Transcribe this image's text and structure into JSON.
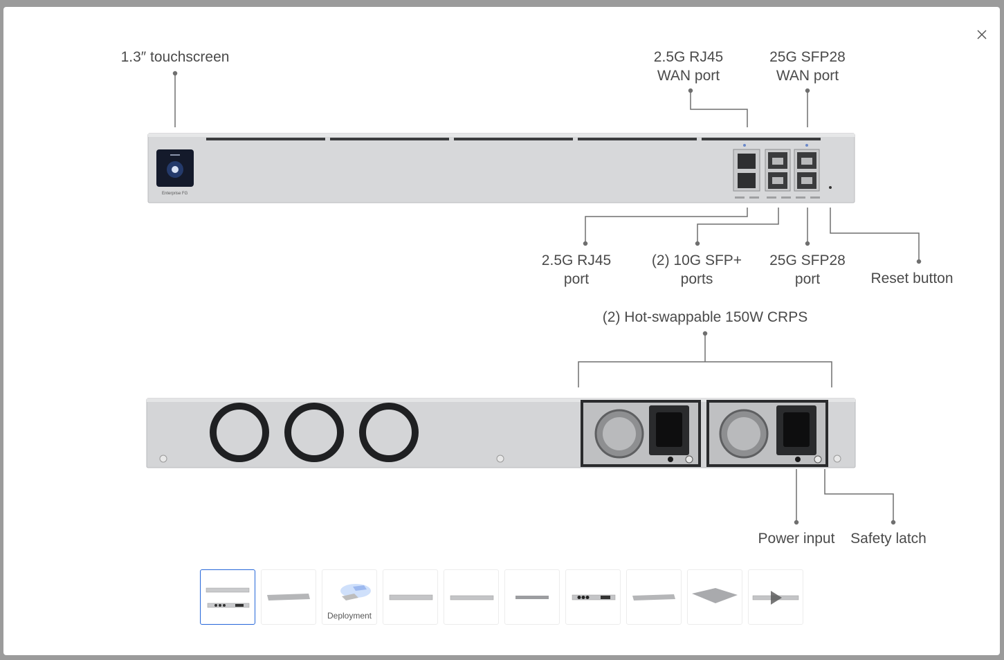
{
  "dialog": {
    "close_icon": "close-icon"
  },
  "diagram": {
    "front_labels": {
      "touchscreen": "1.3″ touchscreen",
      "wan_rj45": "2.5G RJ45\nWAN port",
      "wan_sfp28": "25G SFP28\nWAN port",
      "rj45_port": "2.5G RJ45\nport",
      "sfp_plus": "(2) 10G SFP+\nports",
      "sfp28_port": "25G SFP28\nport",
      "reset": "Reset button"
    },
    "device_text": {
      "brand": "Enterprise FG"
    },
    "rear_labels": {
      "psu": "(2) Hot-swappable 150W CRPS",
      "power_input": "Power input",
      "safety_latch": "Safety latch"
    }
  },
  "gallery": {
    "selected_index": 0,
    "thumbnails": [
      {
        "caption": "",
        "depicts": "annotated-diagram"
      },
      {
        "caption": "",
        "depicts": "angled-front"
      },
      {
        "caption": "Deployment",
        "depicts": "deployment"
      },
      {
        "caption": "",
        "depicts": "front"
      },
      {
        "caption": "",
        "depicts": "front-flat"
      },
      {
        "caption": "",
        "depicts": "side"
      },
      {
        "caption": "",
        "depicts": "rear"
      },
      {
        "caption": "",
        "depicts": "angled-rear"
      },
      {
        "caption": "",
        "depicts": "top"
      },
      {
        "caption": "",
        "depicts": "video"
      }
    ]
  }
}
